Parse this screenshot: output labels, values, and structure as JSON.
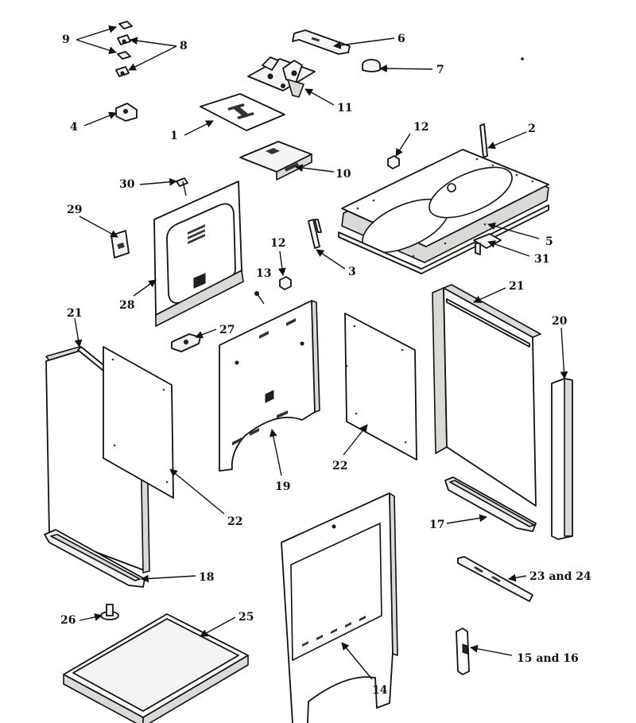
{
  "callouts": {
    "c1": "1",
    "c2": "2",
    "c3": "3",
    "c4": "4",
    "c5": "5",
    "c6": "6",
    "c7": "7",
    "c8": "8",
    "c9": "9",
    "c10": "10",
    "c11": "11",
    "c12a": "12",
    "c12b": "12",
    "c13": "13",
    "c14": "14",
    "c15": "15 and 16",
    "c17": "17",
    "c18": "18",
    "c19": "19",
    "c20": "20",
    "c21a": "21",
    "c21b": "21",
    "c22a": "22",
    "c22b": "22",
    "c23": "23 and 24",
    "c25": "25",
    "c26": "26",
    "c27": "27",
    "c28": "28",
    "c29": "29",
    "c30": "30",
    "c31": "31"
  }
}
